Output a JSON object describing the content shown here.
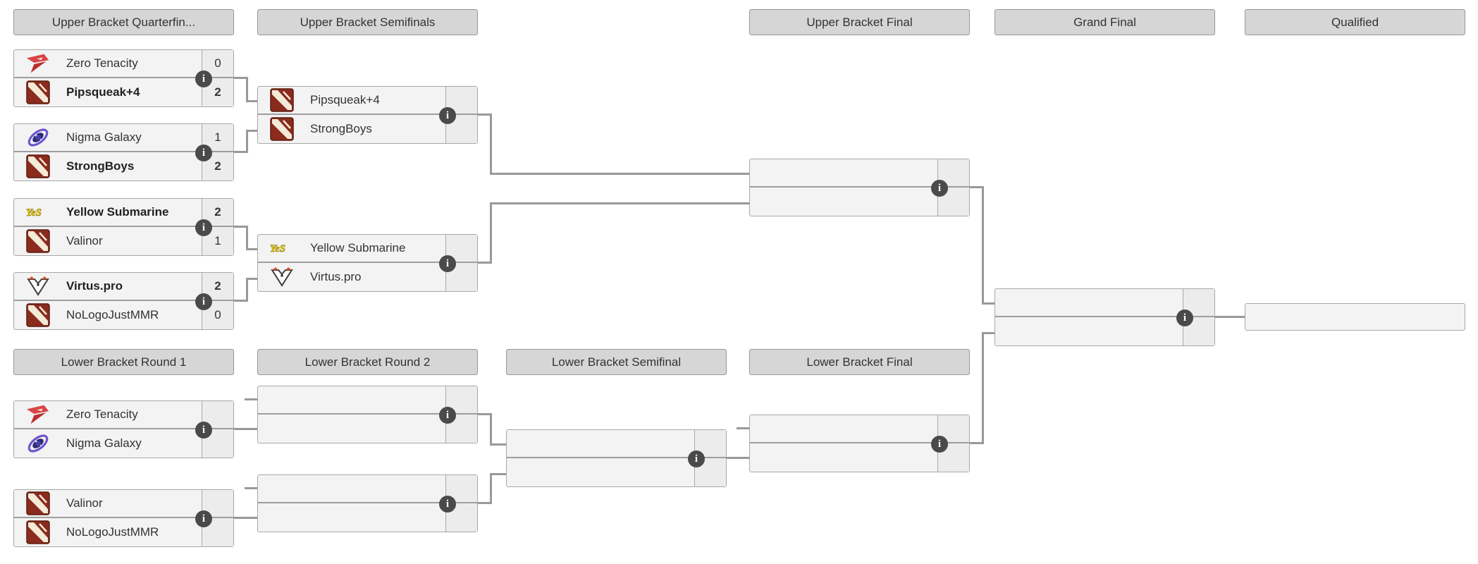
{
  "page": {
    "title": "Double Elimination Bracket"
  },
  "colors": {
    "connector": "#999999",
    "header_bg": "#d6d6d6",
    "match_bg": "#f3f3f3",
    "border": "#a8a8a8",
    "info_icon_bg": "#4a4a4a",
    "dota_logo_red": "#8a2b1d",
    "zero_tenacity_red": "#d94545",
    "nigma_purple": "#6f54cf",
    "yellow_submarine_yellow": "#f0cf1e",
    "virtus_orange": "#d6552c"
  },
  "icons": {
    "info_glyph": "i"
  },
  "headers": {
    "upper": [
      "Upper Bracket Quarterfin...",
      "Upper Bracket Semifinals",
      "Upper Bracket Final",
      "Grand Final",
      "Qualified"
    ],
    "lower": [
      "Lower Bracket Round 1",
      "Lower Bracket Round 2",
      "Lower Bracket Semifinal",
      "Lower Bracket Final"
    ]
  },
  "matches": {
    "ubqf1": {
      "top": {
        "team": "Zero Tenacity",
        "score": "0",
        "winner": false,
        "logo": "zero-tenacity"
      },
      "bottom": {
        "team": "Pipsqueak+4",
        "score": "2",
        "winner": true,
        "logo": "dota-tbd"
      }
    },
    "ubqf2": {
      "top": {
        "team": "Nigma Galaxy",
        "score": "1",
        "winner": false,
        "logo": "nigma-galaxy"
      },
      "bottom": {
        "team": "StrongBoys",
        "score": "2",
        "winner": true,
        "logo": "dota-tbd"
      }
    },
    "ubqf3": {
      "top": {
        "team": "Yellow Submarine",
        "score": "2",
        "winner": true,
        "logo": "yellow-submarine"
      },
      "bottom": {
        "team": "Valinor",
        "score": "1",
        "winner": false,
        "logo": "dota-tbd"
      }
    },
    "ubqf4": {
      "top": {
        "team": "Virtus.pro",
        "score": "2",
        "winner": true,
        "logo": "virtus-pro"
      },
      "bottom": {
        "team": "NoLogoJustMMR",
        "score": "0",
        "winner": false,
        "logo": "dota-tbd"
      }
    },
    "ubsf1": {
      "top": {
        "team": "Pipsqueak+4",
        "score": "",
        "winner": false,
        "logo": "dota-tbd"
      },
      "bottom": {
        "team": "StrongBoys",
        "score": "",
        "winner": false,
        "logo": "dota-tbd"
      }
    },
    "ubsf2": {
      "top": {
        "team": "Yellow Submarine",
        "score": "",
        "winner": false,
        "logo": "yellow-submarine"
      },
      "bottom": {
        "team": "Virtus.pro",
        "score": "",
        "winner": false,
        "logo": "virtus-pro"
      }
    },
    "ubf": {
      "top": {
        "team": "",
        "score": "",
        "winner": false,
        "logo": ""
      },
      "bottom": {
        "team": "",
        "score": "",
        "winner": false,
        "logo": ""
      }
    },
    "gf": {
      "top": {
        "team": "",
        "score": "",
        "winner": false,
        "logo": ""
      },
      "bottom": {
        "team": "",
        "score": "",
        "winner": false,
        "logo": ""
      }
    },
    "qualified": {
      "team": ""
    },
    "lbr1m1": {
      "top": {
        "team": "Zero Tenacity",
        "score": "",
        "winner": false,
        "logo": "zero-tenacity"
      },
      "bottom": {
        "team": "Nigma Galaxy",
        "score": "",
        "winner": false,
        "logo": "nigma-galaxy"
      }
    },
    "lbr1m2": {
      "top": {
        "team": "Valinor",
        "score": "",
        "winner": false,
        "logo": "dota-tbd"
      },
      "bottom": {
        "team": "NoLogoJustMMR",
        "score": "",
        "winner": false,
        "logo": "dota-tbd"
      }
    },
    "lbr2m1": {
      "top": {
        "team": "",
        "score": "",
        "winner": false,
        "logo": ""
      },
      "bottom": {
        "team": "",
        "score": "",
        "winner": false,
        "logo": ""
      }
    },
    "lbr2m2": {
      "top": {
        "team": "",
        "score": "",
        "winner": false,
        "logo": ""
      },
      "bottom": {
        "team": "",
        "score": "",
        "winner": false,
        "logo": ""
      }
    },
    "lbsf": {
      "top": {
        "team": "",
        "score": "",
        "winner": false,
        "logo": ""
      },
      "bottom": {
        "team": "",
        "score": "",
        "winner": false,
        "logo": ""
      }
    },
    "lbf": {
      "top": {
        "team": "",
        "score": "",
        "winner": false,
        "logo": ""
      },
      "bottom": {
        "team": "",
        "score": "",
        "winner": false,
        "logo": ""
      }
    }
  }
}
